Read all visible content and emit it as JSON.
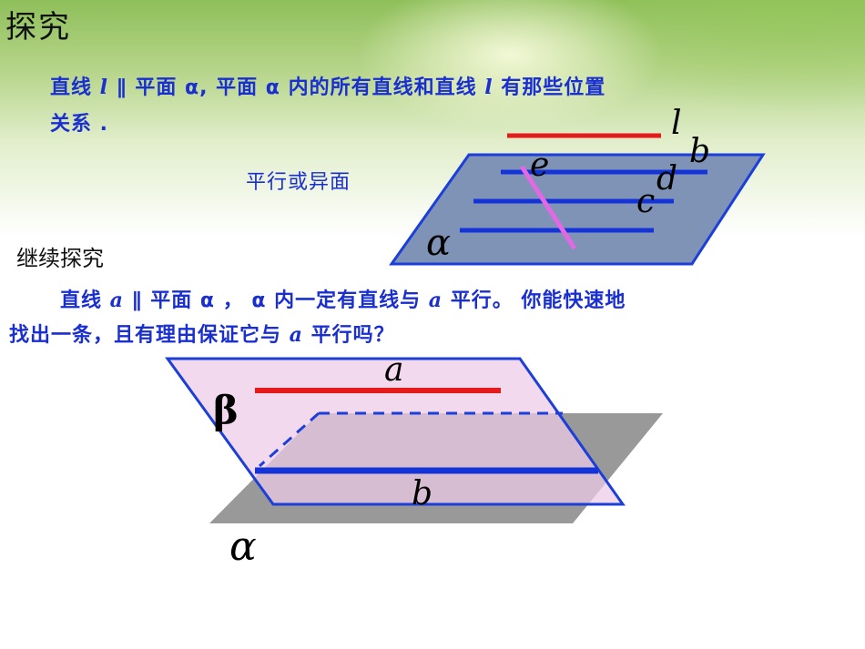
{
  "title": "探究",
  "question1": {
    "line1_a": "直线 ",
    "line1_l": "l",
    "line1_b": " ∥ 平面 α, 平面 α 内的所有直线和直线 ",
    "line1_l2": "l",
    "line1_c": " 有那些位置",
    "line2": "关系 ."
  },
  "answer1": "平行或异面",
  "heading2": "继续探究",
  "question2": {
    "line1_a": "直线 ",
    "line1_var": "a",
    "line1_b": " ∥ 平面 α ， α 内一定有直线与 ",
    "line1_var2": "a",
    "line1_c": " 平行。 你能快速地",
    "line2_a": "找出一条，且有理由保证它与 ",
    "line2_var": "a",
    "line2_b": " 平行吗？"
  },
  "figure1": {
    "labels": {
      "l": "l",
      "b": "b",
      "e": "e",
      "d": "d",
      "c": "c",
      "alpha": "α"
    },
    "colors": {
      "plane_fill": "#7f93b6",
      "plane_edge": "#1b3fd8",
      "red_line": "#e51b1b",
      "blue_line": "#1434d8",
      "magenta_line": "#e468e4"
    }
  },
  "figure2": {
    "labels": {
      "a": "a",
      "beta": "β",
      "b": "b",
      "alpha": "α"
    },
    "colors": {
      "beta_fill": "#eecbe8",
      "alpha_fill": "#999999",
      "edge": "#1b3fd8",
      "red_line": "#e51b1b",
      "blue_line": "#1434d8"
    }
  }
}
